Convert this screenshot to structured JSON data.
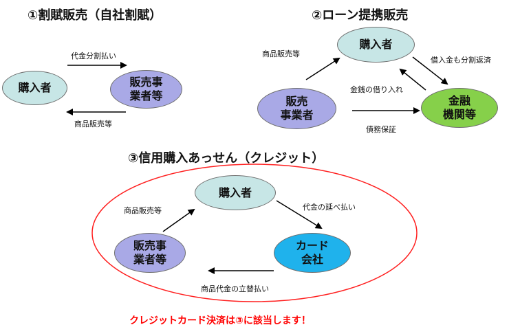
{
  "section1": {
    "title": "①割賦販売（自社割賦）",
    "buyer": "購入者",
    "seller": "販売事\n業者等",
    "label_top": "代金分割払い",
    "label_bottom": "商品販売等"
  },
  "section2": {
    "title": "②ローン提携販売",
    "buyer": "購入者",
    "seller": "販売\n事業者",
    "finance": "金融\n機関等",
    "label_sale": "商品販売等",
    "label_repay": "借入金も分割返済",
    "label_loan": "金銭の借り入れ",
    "label_guarantee": "債務保証"
  },
  "section3": {
    "title": "③信用購入あっせん（クレジット）",
    "buyer": "購入者",
    "seller": "販売事\n業者等",
    "card": "カード\n会社",
    "label_sale": "商品販売等",
    "label_deferred": "代金の延べ払い",
    "label_advance": "商品代金の立替払い"
  },
  "notice": "クレジットカード決済は③に該当します！",
  "colors": {
    "buyer": "#c7e6e6",
    "seller": "#a9a9e6",
    "finance": "#86d04a",
    "card": "#1fb2ec",
    "highlight": "#ff0000"
  }
}
